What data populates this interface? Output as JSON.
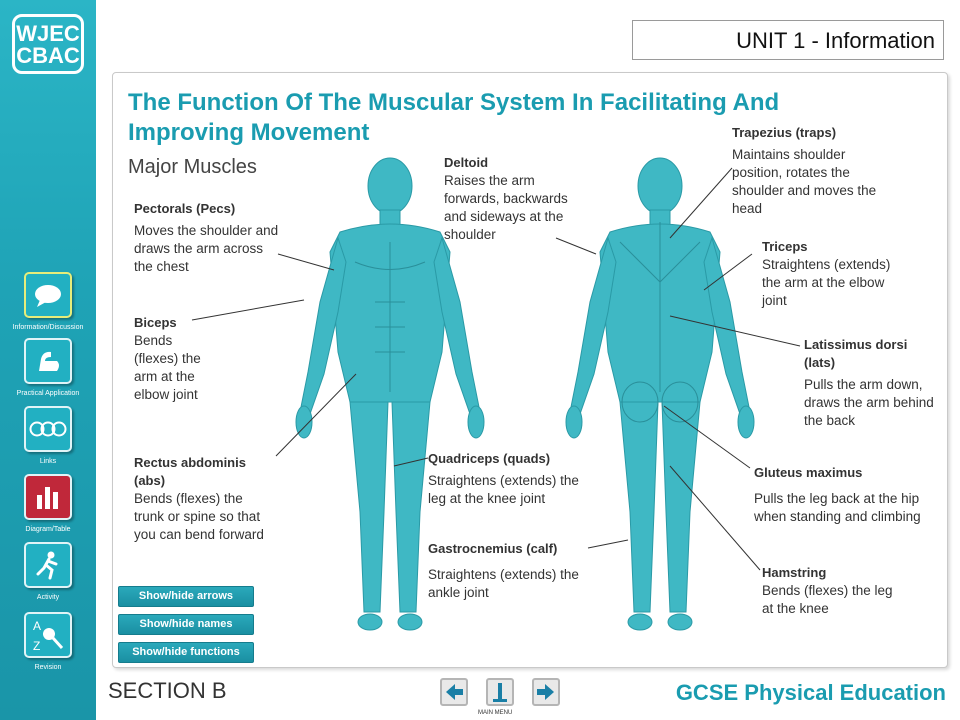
{
  "brand": {
    "line1": "WJEC",
    "line2": "CBAC"
  },
  "sidebar": {
    "items": [
      {
        "label": "Information/Discussion",
        "icon": "speech-bubble-icon"
      },
      {
        "label": "Practical Application",
        "icon": "flexed-arm-icon"
      },
      {
        "label": "Links",
        "icon": "olympic-rings-icon"
      },
      {
        "label": "Diagram/Table",
        "icon": "bar-chart-icon"
      },
      {
        "label": "Activity",
        "icon": "runner-icon"
      },
      {
        "label": "Revision",
        "icon": "az-magnifier-icon"
      }
    ]
  },
  "header": {
    "unit": "UNIT 1 - Information"
  },
  "main": {
    "title": "The Function Of The Muscular System In Facilitating And Improving Movement",
    "subtitle": "Major Muscles",
    "muscles": [
      {
        "name": "Pectorals (Pecs)",
        "function": "Moves the shoulder and draws the arm across the chest"
      },
      {
        "name": "Biceps",
        "function": "Bends (flexes) the arm at the elbow joint"
      },
      {
        "name": "Rectus abdominis (abs)",
        "function": "Bends (flexes) the trunk or spine so that you can bend forward"
      },
      {
        "name": "Deltoid",
        "function": "Raises the arm forwards, backwards and sideways at the shoulder"
      },
      {
        "name": "Quadriceps (quads)",
        "function": "Straightens (extends) the leg at the knee joint"
      },
      {
        "name": "Gastrocnemius (calf)",
        "function": "Straightens (extends) the ankle joint"
      },
      {
        "name": "Trapezius (traps)",
        "function": "Maintains shoulder position, rotates the shoulder and moves the head"
      },
      {
        "name": "Triceps",
        "function": "Straightens (extends) the arm at the elbow joint"
      },
      {
        "name": "Latissimus dorsi (lats)",
        "function": "Pulls the arm down, draws the arm behind the back"
      },
      {
        "name": "Gluteus maximus",
        "function": "Pulls the leg back at the hip when standing and climbing"
      },
      {
        "name": "Hamstring",
        "function": "Bends (flexes) the leg at the knee"
      }
    ],
    "buttons": {
      "arrows": "Show/hide arrows",
      "names": "Show/hide names",
      "functions": "Show/hide functions"
    }
  },
  "footer": {
    "section": "SECTION B",
    "course": "GCSE Physical Education",
    "main_menu": "MAIN MENU"
  },
  "colors": {
    "accent": "#1a9cb0",
    "figure": "#3fb8c4",
    "sidebar": "#22a8bb"
  }
}
